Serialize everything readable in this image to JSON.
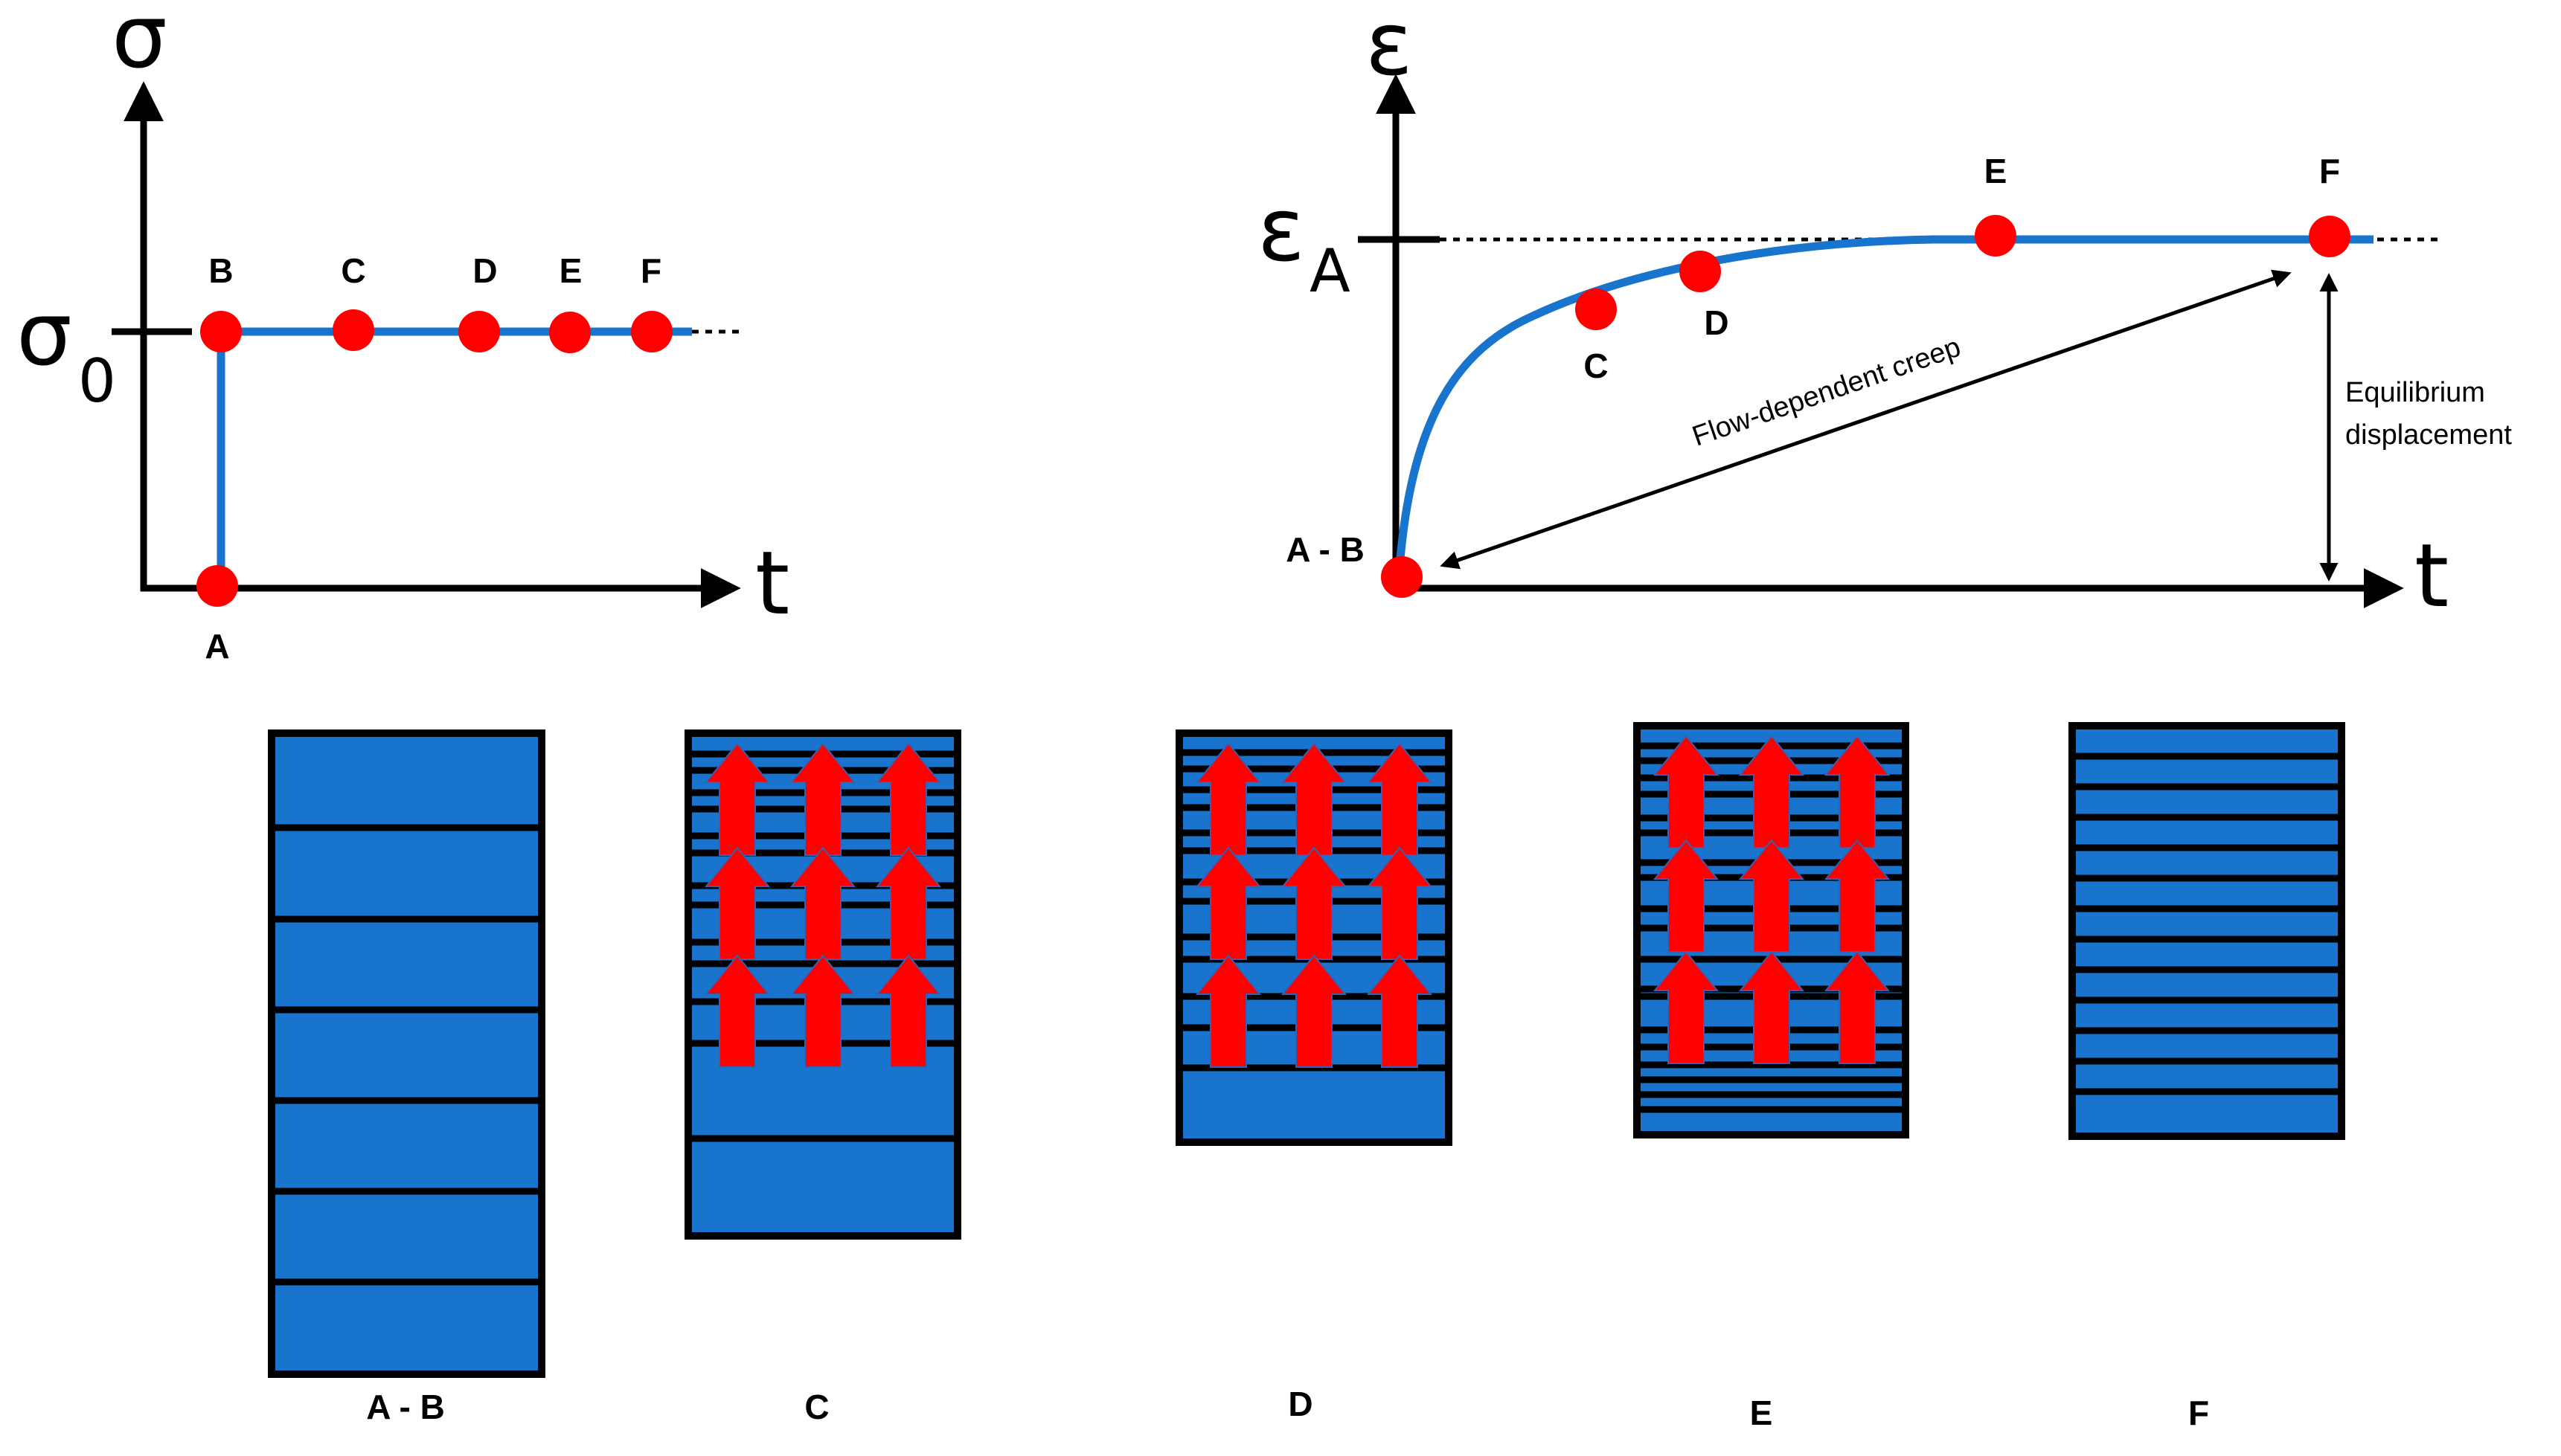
{
  "colors": {
    "curve": "#1874CD",
    "point": "#FF0000",
    "block": "#1874CD",
    "arrow": "#FF0000",
    "axis": "#000000"
  },
  "stress_plot": {
    "y_symbol": "σ",
    "x_symbol": "t",
    "level_symbol": "σ",
    "level_subscript": "0",
    "points": [
      "A",
      "B",
      "C",
      "D",
      "E",
      "F"
    ]
  },
  "strain_plot": {
    "y_symbol": "ε",
    "x_symbol": "t",
    "level_symbol": "ε",
    "level_subscript": "A",
    "points": [
      "A - B",
      "C",
      "D",
      "E",
      "F"
    ],
    "annotation_creep": "Flow-dependent creep",
    "annotation_equilibrium_1": "Equilibrium",
    "annotation_equilibrium_2": "displacement"
  },
  "samples": [
    {
      "caption": "A - B",
      "has_arrows": false
    },
    {
      "caption": "C",
      "has_arrows": true
    },
    {
      "caption": "D",
      "has_arrows": true
    },
    {
      "caption": "E",
      "has_arrows": true
    },
    {
      "caption": "F",
      "has_arrows": false
    }
  ]
}
